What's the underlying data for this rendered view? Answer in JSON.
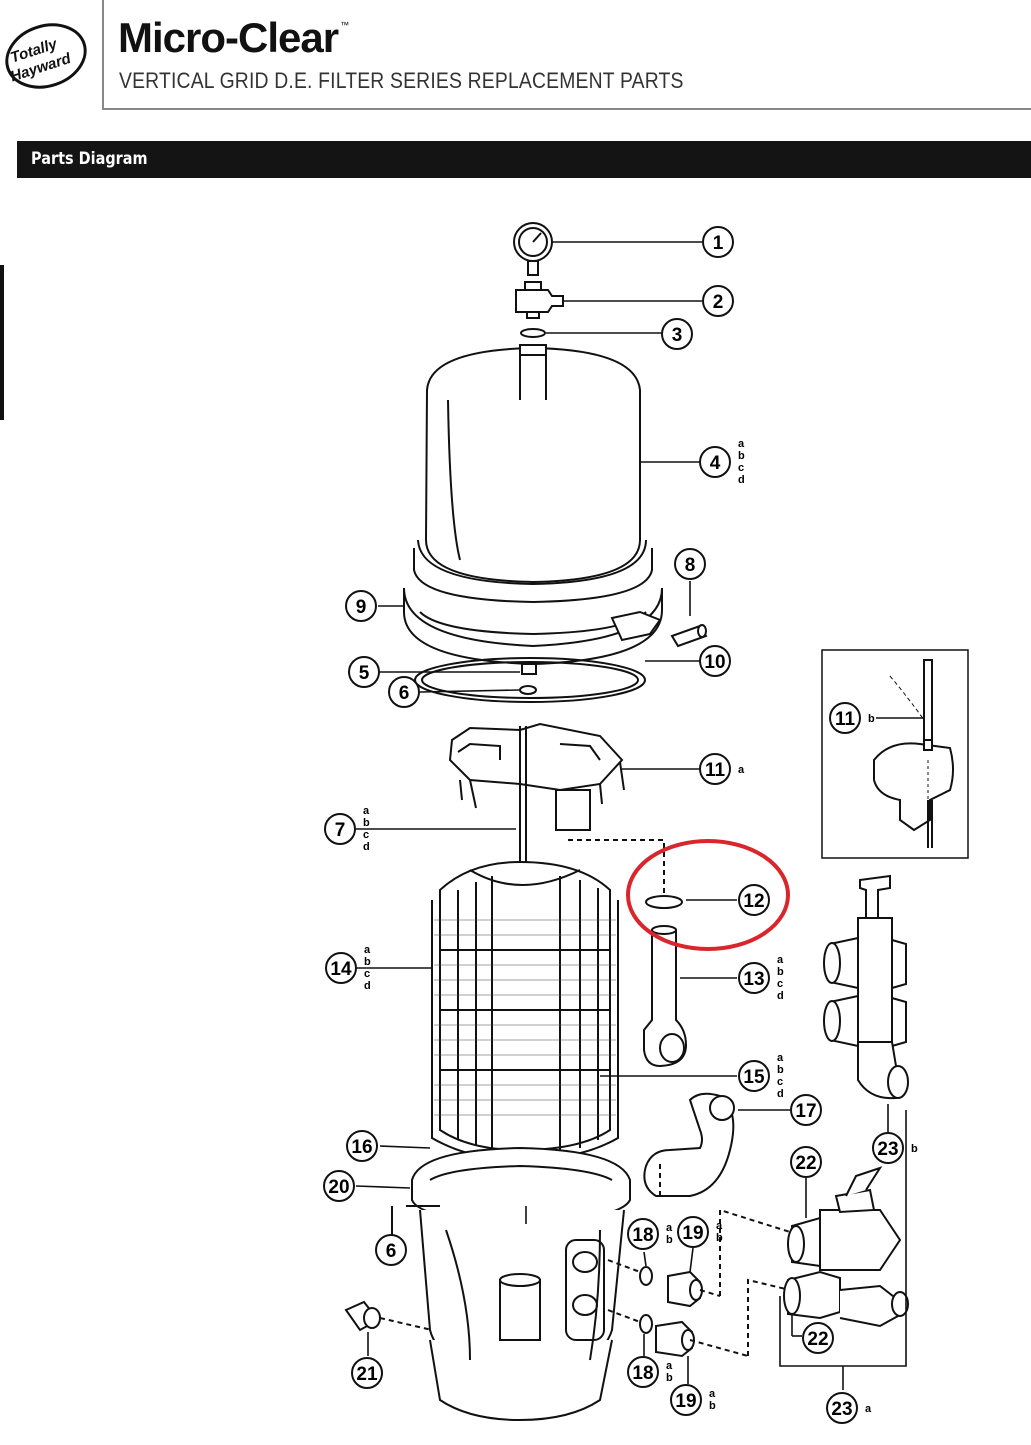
{
  "header": {
    "brand": "Micro-Clear",
    "trademark": "™",
    "subtitle": "VERTICAL GRID D.E. FILTER SERIES REPLACEMENT PARTS",
    "logo_line1": "Totally",
    "logo_line2": "Hayward"
  },
  "section": {
    "title": "Parts Diagram"
  },
  "callouts": [
    {
      "num": "1",
      "sub": ""
    },
    {
      "num": "2",
      "sub": ""
    },
    {
      "num": "3",
      "sub": ""
    },
    {
      "num": "4",
      "sub": "a\nb\nc\nd"
    },
    {
      "num": "8",
      "sub": ""
    },
    {
      "num": "9",
      "sub": ""
    },
    {
      "num": "10",
      "sub": ""
    },
    {
      "num": "5",
      "sub": ""
    },
    {
      "num": "6",
      "sub": ""
    },
    {
      "num": "11",
      "sub": "a"
    },
    {
      "num": "11",
      "sub": "b"
    },
    {
      "num": "7",
      "sub": "a\nb\nc\nd"
    },
    {
      "num": "12",
      "sub": ""
    },
    {
      "num": "14",
      "sub": "a\nb\nc\nd"
    },
    {
      "num": "13",
      "sub": "a\nb\nc\nd"
    },
    {
      "num": "15",
      "sub": "a\nb\nc\nd"
    },
    {
      "num": "17",
      "sub": ""
    },
    {
      "num": "16",
      "sub": ""
    },
    {
      "num": "20",
      "sub": ""
    },
    {
      "num": "6",
      "sub": ""
    },
    {
      "num": "18",
      "sub": "a\nb"
    },
    {
      "num": "19",
      "sub": "a\nb"
    },
    {
      "num": "22",
      "sub": ""
    },
    {
      "num": "23",
      "sub": "b"
    },
    {
      "num": "21",
      "sub": ""
    },
    {
      "num": "18",
      "sub": "a\nb"
    },
    {
      "num": "19",
      "sub": "a\nb"
    },
    {
      "num": "22",
      "sub": ""
    },
    {
      "num": "23",
      "sub": "a"
    }
  ],
  "highlight_color": "#d9262c"
}
